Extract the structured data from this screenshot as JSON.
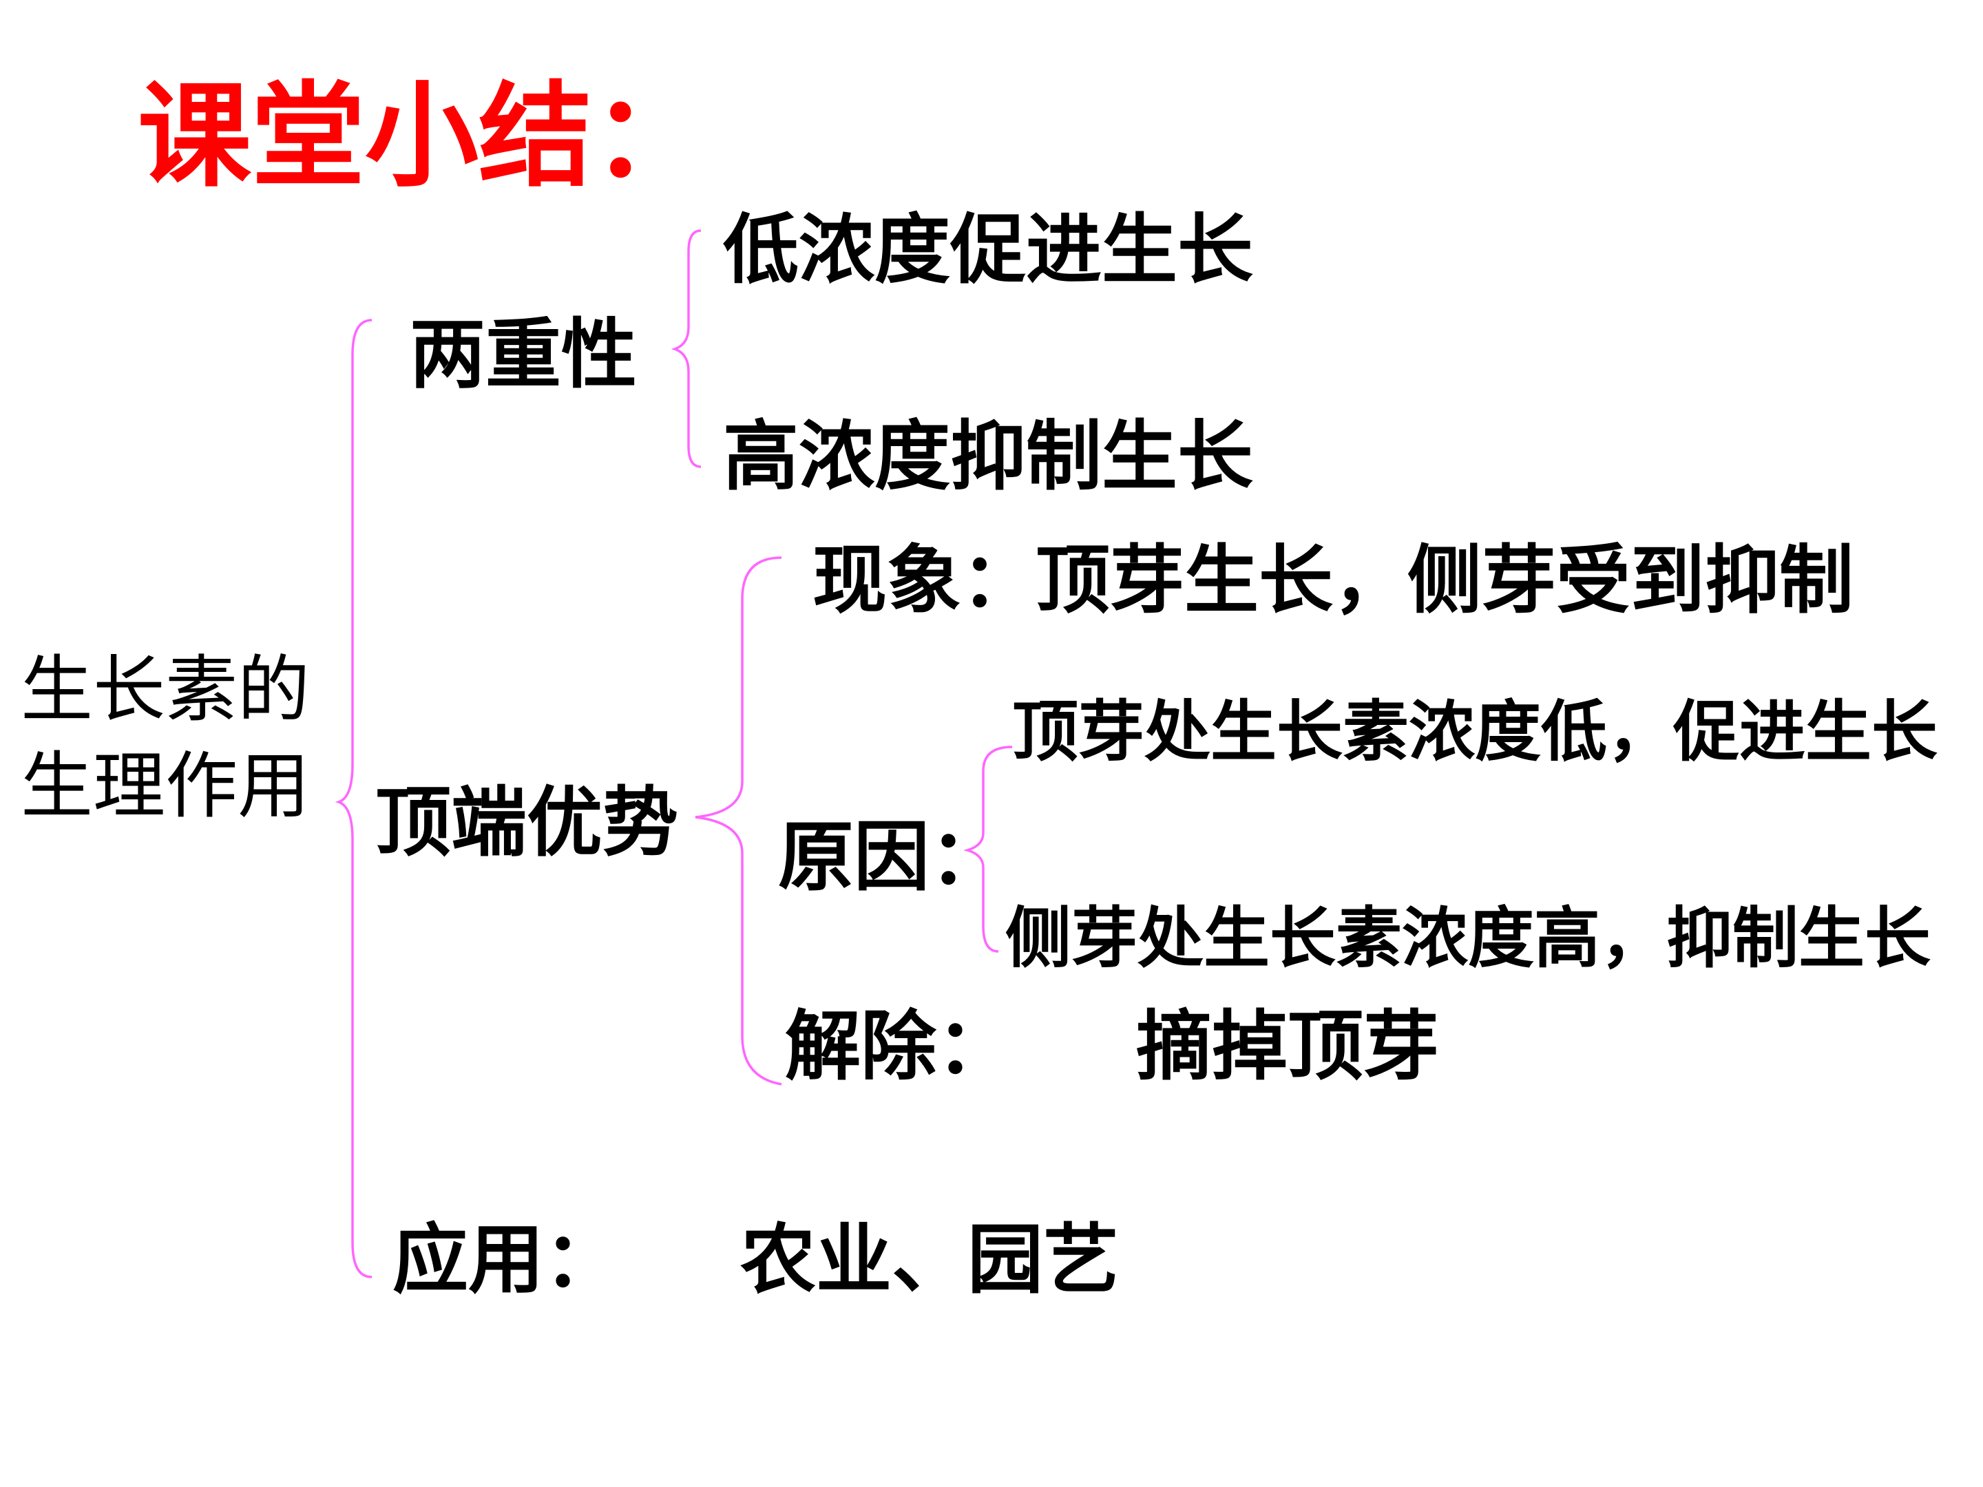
{
  "title": "课堂小结：",
  "root": {
    "line1": "生长素的",
    "line2": "生理作用"
  },
  "branches": {
    "duality": {
      "label": "两重性",
      "low": "低浓度促进生长",
      "high": "高浓度抑制生长"
    },
    "apical_dominance": {
      "label": "顶端优势",
      "phenomenon": "现象：顶芽生长，侧芽受到抑制",
      "cause_label": "原因：",
      "cause_top": "顶芽处生长素浓度低，促进生长",
      "cause_bottom": "侧芽处生长素浓度高，抑制生长",
      "removal_label": "解除：",
      "removal_value": "摘掉顶芽"
    },
    "application": {
      "label": "应用：",
      "value": "农业、园艺"
    }
  },
  "colors": {
    "title": "#ff0000",
    "brace": "#ff66ff",
    "text": "#000000"
  }
}
